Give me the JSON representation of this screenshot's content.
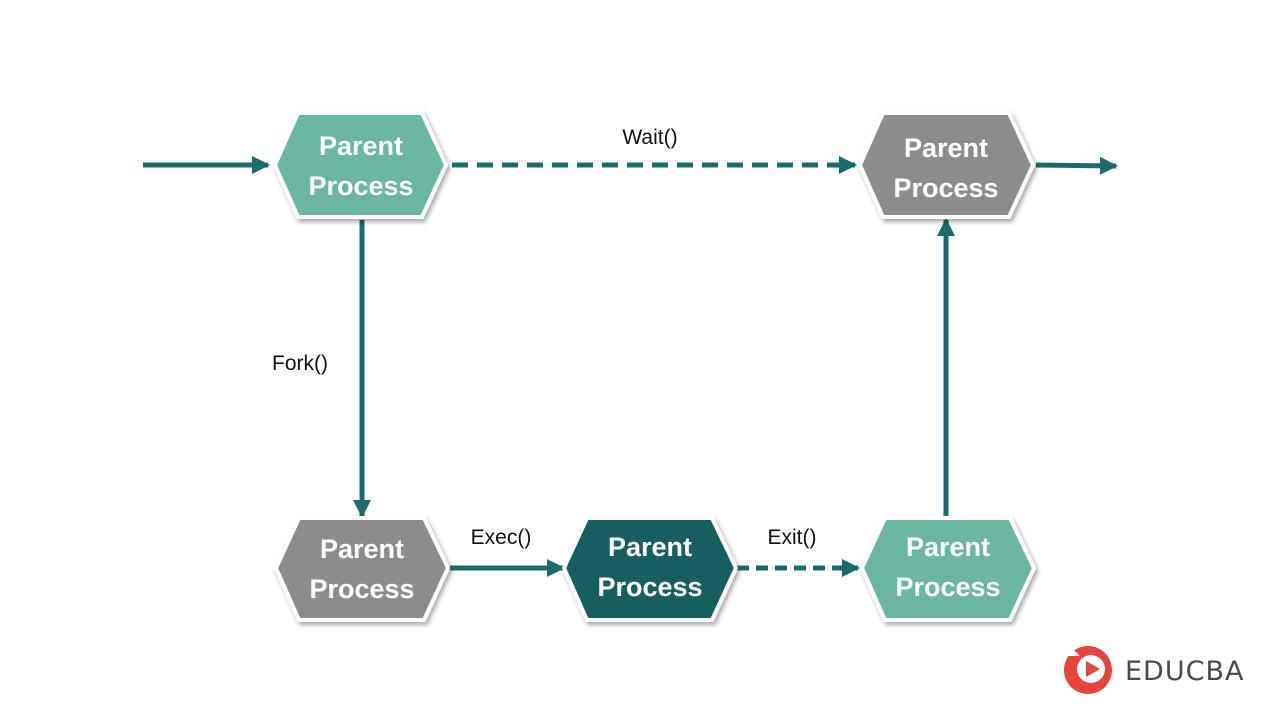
{
  "nodes": [
    {
      "id": "n1",
      "line1": "Parent",
      "line2": "Process",
      "color": "#69b7a3"
    },
    {
      "id": "n2",
      "line1": "Parent",
      "line2": "Process",
      "color": "#8c8c8c"
    },
    {
      "id": "n3",
      "line1": "Parent",
      "line2": "Process",
      "color": "#8c8c8c"
    },
    {
      "id": "n4",
      "line1": "Parent",
      "line2": "Process",
      "color": "#125f5f"
    },
    {
      "id": "n5",
      "line1": "Parent",
      "line2": "Process",
      "color": "#69b7a3"
    }
  ],
  "edges": {
    "wait": "Wait()",
    "fork": "Fork()",
    "exec": "Exec()",
    "exit": "Exit()"
  },
  "colors": {
    "arrow": "#1a6b6b",
    "node_border": "#ffffff",
    "brand_accent": "#e8433a",
    "brand_text": "#4a4a4a"
  },
  "brand": {
    "name": "EDUCBA"
  }
}
